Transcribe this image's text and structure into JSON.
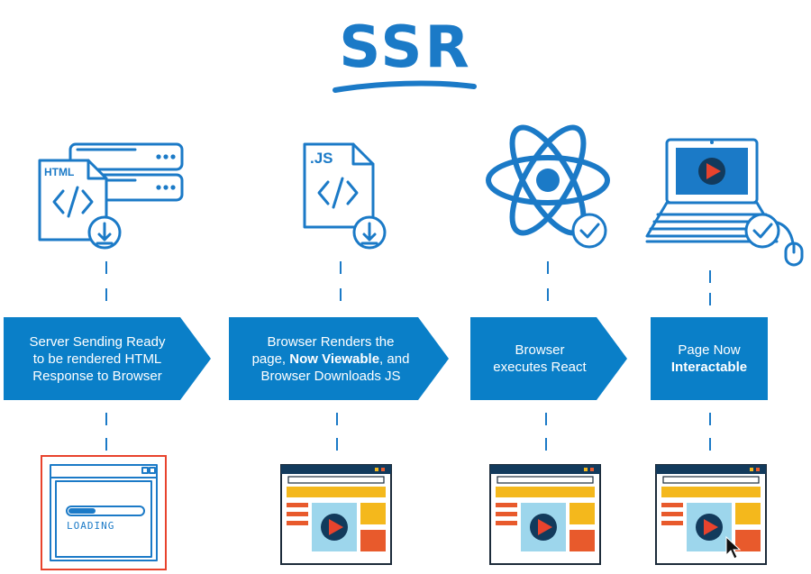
{
  "diagram": {
    "title": "SSR",
    "colors": {
      "primary": "#1b7ac7",
      "stage_fill": "#0a7fc8",
      "highlight_red": "#e8432d",
      "yellow": "#f4b81c",
      "orange_red": "#e85a2c",
      "light_blue": "#9dd6ec",
      "navy": "#123a5c",
      "dark": "#1c2b3a"
    },
    "stages": [
      {
        "id": "server-sending",
        "label_lines": [
          {
            "text": "Server Sending Ready",
            "bold": false
          },
          {
            "text": "to be rendered HTML",
            "bold": false
          },
          {
            "text": "Response to Browser",
            "bold": false
          }
        ],
        "icon": "html-file-server-icon",
        "screen": "loading-screen-icon"
      },
      {
        "id": "browser-renders",
        "label_lines": [
          {
            "segments": [
              {
                "text": "Browser Renders the",
                "bold": false
              }
            ]
          },
          {
            "segments": [
              {
                "text": "page, ",
                "bold": false
              },
              {
                "text": "Now Viewable",
                "bold": true
              },
              {
                "text": ", and",
                "bold": false
              }
            ]
          },
          {
            "segments": [
              {
                "text": "Browser Downloads JS",
                "bold": false
              }
            ]
          }
        ],
        "icon": "js-file-download-icon",
        "screen": "rendered-page-icon"
      },
      {
        "id": "browser-executes",
        "label_lines": [
          {
            "segments": [
              {
                "text": "Browser",
                "bold": false
              }
            ]
          },
          {
            "segments": [
              {
                "text": "executes React",
                "bold": false
              }
            ]
          }
        ],
        "icon": "react-atom-icon",
        "screen": "rendered-page-icon"
      },
      {
        "id": "page-interactable",
        "label_lines": [
          {
            "segments": [
              {
                "text": "Page Now",
                "bold": false
              }
            ]
          },
          {
            "segments": [
              {
                "text": "Interactable",
                "bold": true
              }
            ]
          }
        ],
        "icon": "laptop-icon",
        "screen": "interactive-page-icon"
      }
    ],
    "html_tag": "HTML",
    "js_tag": ".JS",
    "code_glyph": "</>",
    "loading_text": "LOADING"
  }
}
